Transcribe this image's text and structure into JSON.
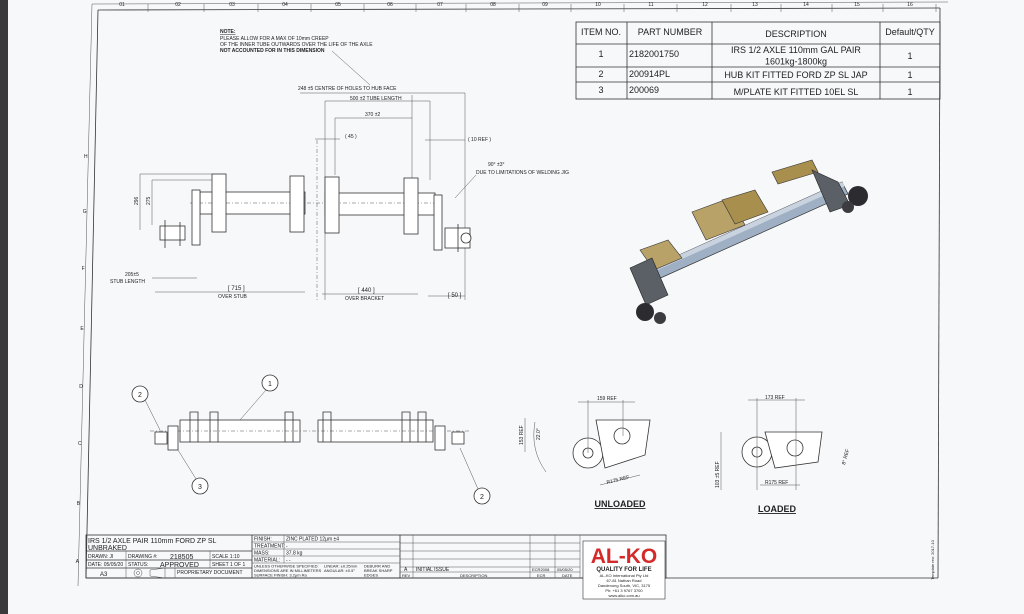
{
  "ruler": {
    "columns": [
      "01",
      "02",
      "03",
      "04",
      "05",
      "06",
      "07",
      "08",
      "09",
      "10",
      "11",
      "12",
      "13",
      "14",
      "15",
      "16"
    ],
    "rows": [
      "H",
      "G",
      "F",
      "E",
      "D",
      "C",
      "B",
      "A"
    ]
  },
  "bom": {
    "headers": [
      "ITEM NO.",
      "PART NUMBER",
      "DESCRIPTION",
      "Default/QTY"
    ],
    "rows": [
      {
        "item": "1",
        "part": "2182001750",
        "desc1": "IRS 1/2 AXLE 110mm GAL PAIR",
        "desc2": "1601kg-1800kg",
        "qty": "1"
      },
      {
        "item": "2",
        "part": "200914PL",
        "desc1": "HUB KIT FITTED FORD ZP SL JAP",
        "desc2": "",
        "qty": "1"
      },
      {
        "item": "3",
        "part": "200069",
        "desc1": "M/PLATE KIT FITTED 10EL SL",
        "desc2": "",
        "qty": "1"
      }
    ]
  },
  "note": {
    "title": "NOTE:",
    "line1": "PLEASE ALLOW FOR A MAX OF 10mm CREEP",
    "line2": "OF THE INNER TUBE OUTWARDS OVER THE LIFE OF THE AXLE",
    "line3": "NOT ACCOUNTED FOR IN THIS DIMENSION"
  },
  "dims": {
    "centres": "248 ±5 CENTRE OF HOLES TO HUB FACE",
    "tube": "500 ±2 TUBE LENGTH",
    "d370": "370 ±2",
    "d45": "( 45 )",
    "d10": "( 10 REF )",
    "angle": "90° ±3°",
    "welding": "DUE TO LIMITATIONS OF WELDING JIG",
    "v296": "296",
    "v275": "275",
    "stub1": "205±5",
    "stub2": "STUB LENGTH",
    "d715": "[ 715 ]",
    "overstub": "OVER STUB",
    "d440": "[ 440 ]",
    "overbracket": "OVER BRACKET",
    "d50": "[ 50 ]",
    "u159": "159 REF",
    "u153": "153 REF",
    "u22": "22.0°",
    "ur175": "R175 REF",
    "l173": "173 REF",
    "l103": "103 ±5 REF",
    "lr175": "R175 REF",
    "l8": "8° REF"
  },
  "balloons": {
    "b1": "1",
    "b2a": "2",
    "b2b": "2",
    "b3": "3"
  },
  "views": {
    "unloaded": "UNLOADED",
    "loaded": "LOADED"
  },
  "title_block": {
    "title1": "IRS 1/2 AXLE PAIR 110mm FORD ZP SL",
    "title2": "UNBRAKED",
    "drawn": "DRAWN: JI",
    "drawing_no_label": "DRAWING #:",
    "drawing_no": "218505",
    "scale": "SCALE 1:10",
    "date": "DATE: 05/05/20",
    "status_label": "STATUS:",
    "status": "APPROVED",
    "sheet": "SHEET 1 OF 1",
    "size": "A3",
    "proprietary": "PROPRIETARY DOCUMENT",
    "finish_label": "FINISH:",
    "finish": "ZINC PLATED 12µm ±4",
    "treatment_label": "TREATMENT:",
    "treatment": "-",
    "mass_label": "MASS:",
    "mass": "37.8 kg",
    "material_label": "MATERIAL:",
    "material": "- -",
    "tol1": "UNLESS OTHERWISE SPECIFIED:",
    "tol2": "DIMENSIONS ARE IN MILLIMETERS",
    "tol3": "SURFACE FINISH: 3.2µm Ra",
    "tol4": "LINEAR: ±0.25mm",
    "tol5": "ANGULAR: ±0.5°",
    "deburr1": "DEBURR AND",
    "deburr2": "BREAK SHARP",
    "deburr3": "EDGES",
    "rev": "A",
    "rev_desc": "INITIAL ISSUE",
    "ecr": "ECR2008",
    "rev_date": "05/05/20",
    "rev_header": "REV",
    "desc_header": "DESCRIPTION",
    "ecr_header": "ECR",
    "date_header": "DATE"
  },
  "logo": {
    "brand": "AL-KO",
    "tagline": "QUALITY FOR LIFE",
    "company": "AL-KO International Pty Ltd",
    "addr1": "67-81 Nathan Road",
    "addr2": "Dandenong South, VIC, 3175",
    "phone": "Ph: +61 3 9767 3700",
    "web": "www.alko.com.au",
    "color": "#d42a2a"
  },
  "template_note": "Template rev: 2017-10"
}
